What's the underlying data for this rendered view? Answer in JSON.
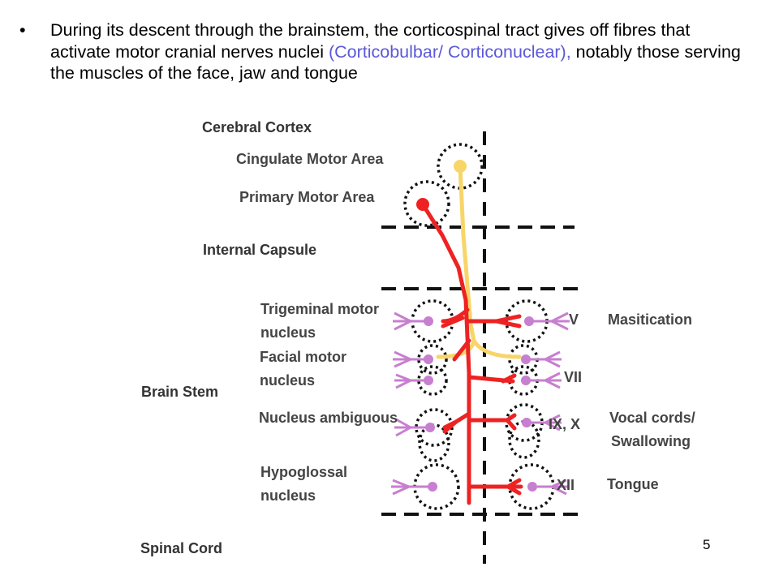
{
  "bullet": {
    "marker": "•",
    "text_part1": "During its descent through the brainstem, the corticospinal tract gives off fibres that activate motor cranial nerves nuclei ",
    "text_highlight": "(Corticobulbar/ Corticonuclear),",
    "text_part2": " notably those serving the muscles of the face, jaw and tongue"
  },
  "diagram": {
    "sections": {
      "cerebral_cortex": "Cerebral Cortex",
      "internal_capsule": "Internal Capsule",
      "brain_stem": "Brain Stem",
      "spinal_cord": "Spinal Cord"
    },
    "cortex_areas": {
      "cingulate": "Cingulate Motor Area",
      "primary": "Primary Motor Area"
    },
    "nuclei": {
      "trigeminal_1": "Trigeminal motor",
      "trigeminal_2": "nucleus",
      "facial_1": "Facial motor",
      "facial_2": "nucleus",
      "ambiguous": "Nucleus ambiguous",
      "hypoglossal_1": "Hypoglossal",
      "hypoglossal_2": "nucleus"
    },
    "nerves": {
      "v": "V",
      "vii": "VII",
      "ix_x": "IX, X",
      "xii": "XII"
    },
    "functions": {
      "mastication": "Masitication",
      "vocal_1": "Vocal cords/",
      "vocal_2": "Swallowing",
      "tongue": "Tongue"
    },
    "colors": {
      "red_tract": "#ee2222",
      "yellow_tract": "#f8d568",
      "lower_motor_neuron": "#c77fcf"
    }
  },
  "page_number": "5"
}
